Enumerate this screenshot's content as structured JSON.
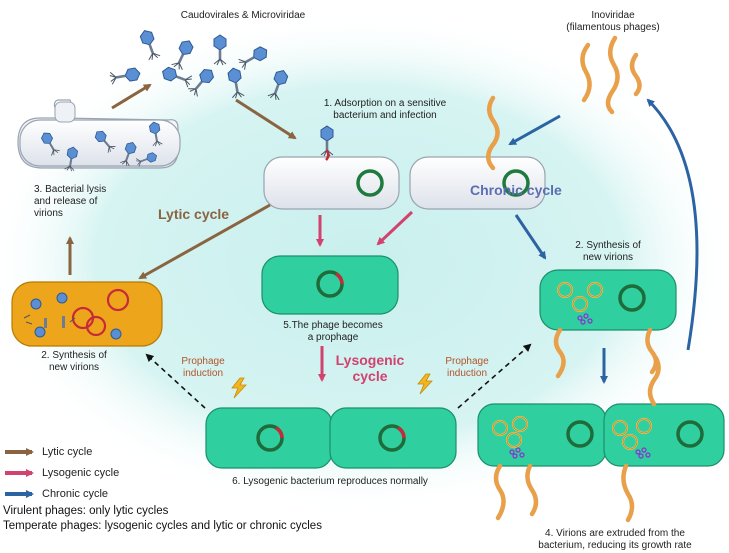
{
  "colors": {
    "background_glow": "#c9f0ee",
    "lytic": "#8a6440",
    "lysogenic": "#d2426e",
    "chronic": "#2b63a3",
    "chronic_label": "#5a6fb1",
    "bacterium_green": "#2fcf9f",
    "bacterium_orange": "#eda51b",
    "bacterium_white": "#eef1f6",
    "phage_blue": "#5a8fd4",
    "filament_orange": "#e9a04b",
    "lightning": "#f3b623"
  },
  "labels": {
    "caudovirales": "Caudovirales & Microviridae",
    "inoviridae_line1": "Inoviridae",
    "inoviridae_line2": "(filamentous phages)",
    "adsorption_line1": "1.   Adsorption on a sensitive",
    "adsorption_line2": "bacterium and infection",
    "lysis_line1": "3. Bacterial lysis",
    "lysis_line2": "and release of",
    "lysis_line3": "virions",
    "lytic_cycle": "Lytic cycle",
    "chronic_cycle": "Chronic cycle",
    "synthesis_right_line1": "2. Synthesis of",
    "synthesis_right_line2": "new virions",
    "synthesis_left_line1": "2. Synthesis of",
    "synthesis_left_line2": "new virions",
    "prophage_line1": "5.The phage becomes",
    "prophage_line2": "a prophage",
    "lysogenic_line1": "Lysogenic",
    "lysogenic_line2": "cycle",
    "induction_left_line1": "Prophage",
    "induction_left_line2": "induction",
    "induction_right_line1": "Prophage",
    "induction_right_line2": "induction",
    "reproduces": "6. Lysogenic bacterium reproduces normally",
    "extruded_line1": "4. Virions are extruded from the",
    "extruded_line2": "bacterium, reducing its growth rate"
  },
  "legend": [
    {
      "label": "Lytic cycle",
      "color": "#8a6440"
    },
    {
      "label": "Lysogenic cycle",
      "color": "#d2426e"
    },
    {
      "label": "Chronic cycle",
      "color": "#2b63a3"
    }
  ],
  "notes": {
    "virulent": "Virulent phages: only lytic cycles",
    "temperate": "Temperate phages: lysogenic cycles and lytic or chronic cycles"
  }
}
